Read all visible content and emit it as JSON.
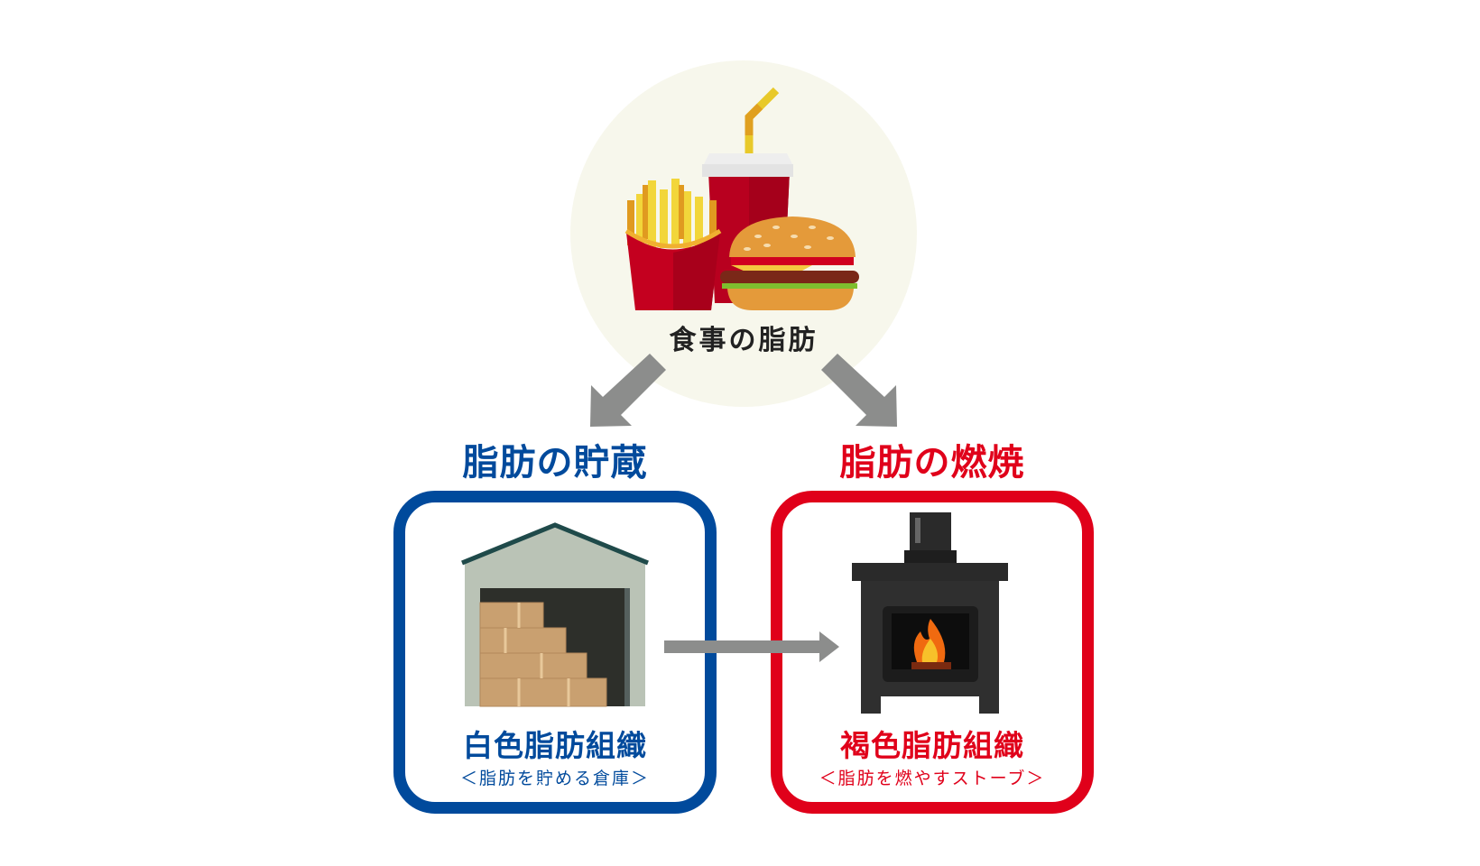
{
  "source": {
    "label": "食事の脂肪"
  },
  "storage": {
    "heading": "脂肪の貯蔵",
    "tissue": "白色脂肪組織",
    "description": "＜脂肪を貯める倉庫＞",
    "color": "#004a9c",
    "icon": "warehouse-icon"
  },
  "burning": {
    "heading": "脂肪の燃焼",
    "tissue": "褐色脂肪組織",
    "description": "＜脂肪を燃やすストーブ＞",
    "color": "#e0001a",
    "icon": "stove-icon"
  },
  "colors": {
    "arrow": "#8c8d8c",
    "circle": "#f7f7ec"
  }
}
